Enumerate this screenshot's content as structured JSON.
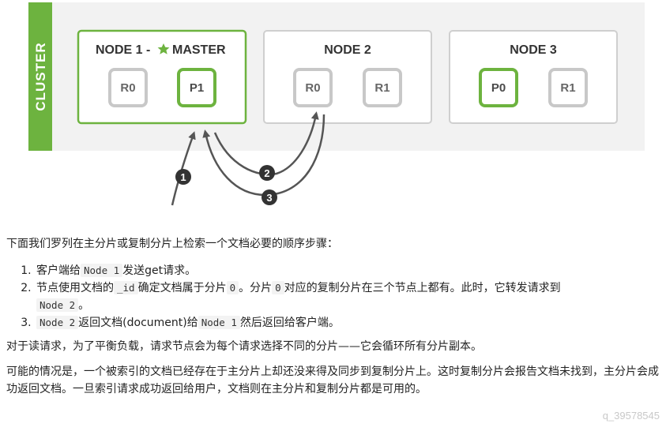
{
  "diagram": {
    "cluster_label": "CLUSTER",
    "nodes": [
      {
        "title": "NODE 1 - ",
        "title_master": "MASTER",
        "shards": [
          "R0",
          "P1"
        ]
      },
      {
        "title": "NODE 2",
        "shards": [
          "R0",
          "R1"
        ]
      },
      {
        "title": "NODE 3",
        "shards": [
          "P0",
          "R1"
        ]
      }
    ],
    "steps": [
      "1",
      "2",
      "3"
    ],
    "colors": {
      "green": "#6db33f",
      "panel": "#f2f2f2",
      "border": "#cfcfcf",
      "arrow": "#555555"
    }
  },
  "text": {
    "intro": "下面我们罗列在主分片或复制分片上检索一个文档必要的顺序步骤：",
    "steps": [
      {
        "a": "客户端给",
        "code1": "Node 1",
        "b": "发送get请求。"
      },
      {
        "a": "节点使用文档的",
        "code1": "_id",
        "b": "确定文档属于分片",
        "code2": "0",
        "c": "。分片",
        "code3": "0",
        "d": "对应的复制分片在三个节点上都有。此时，它转发请求到",
        "code4": "Node 2",
        "e": "。"
      },
      {
        "code1": "Node 2",
        "a": "返回文档(document)给",
        "code2": "Node 1",
        "b": "然后返回给客户端。"
      }
    ],
    "read_para": "对于读请求，为了平衡负载，请求节点会为每个请求选择不同的分片——它会循环所有分片副本。",
    "last_para": "可能的情况是，一个被索引的文档已经存在于主分片上却还没来得及同步到复制分片上。这时复制分片会报告文档未找到，主分片会成功返回文档。一旦索引请求成功返回给用户，文档则在主分片和复制分片都是可用的。",
    "watermark": "q_39578545"
  }
}
